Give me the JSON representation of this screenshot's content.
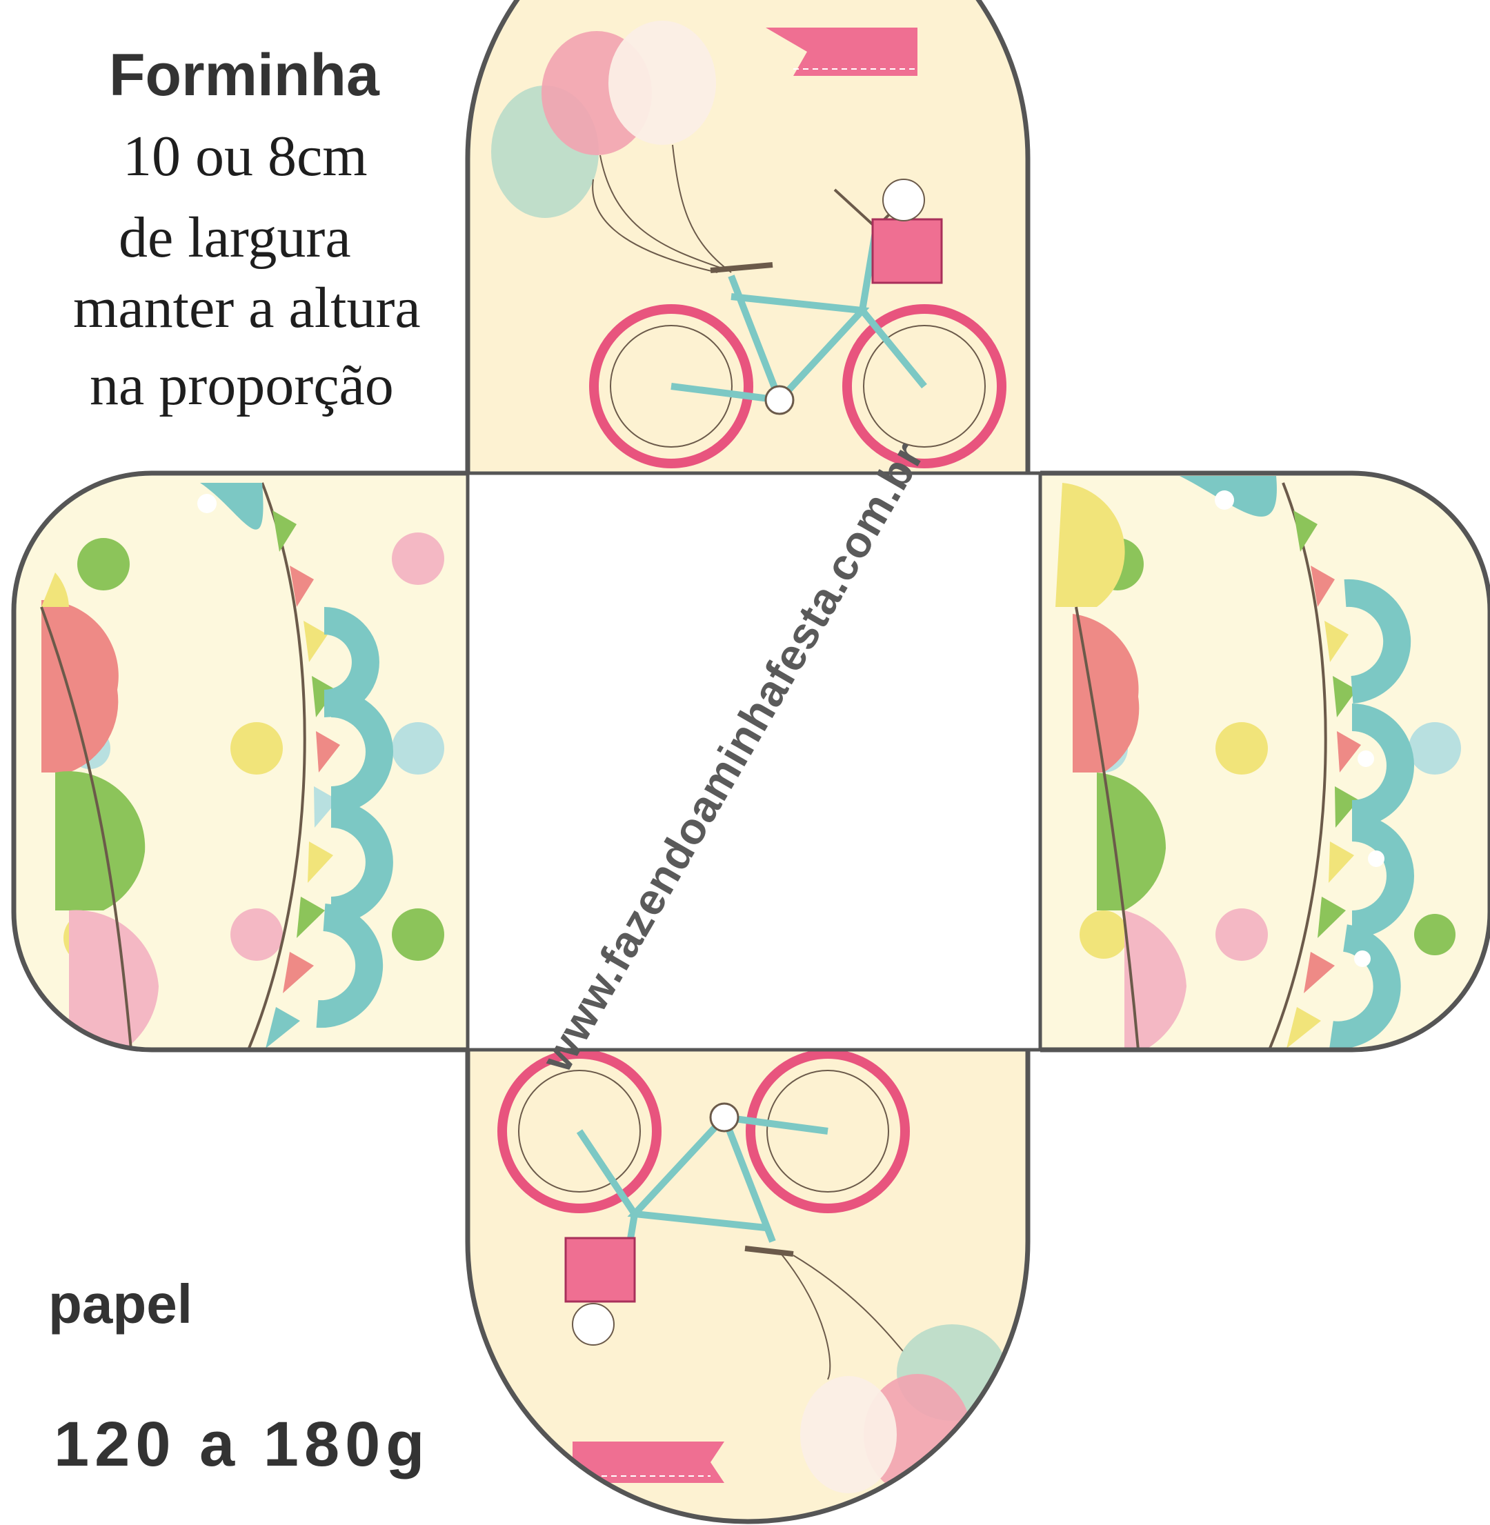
{
  "template": {
    "title": "Forminha",
    "lines": [
      "10 ou 8cm",
      "de largura",
      "manter a altura",
      "na proporção"
    ],
    "paper_label": "papel",
    "paper_weight": "120 a 180g"
  },
  "watermark": {
    "url": "www.fazendoaminhafesta.com.br"
  },
  "colors": {
    "background": "#fdf6d8",
    "outline": "#555555",
    "pink": "#e8547e",
    "teal": "#7cc8c4",
    "green": "#8cc45a",
    "yellow": "#f1e47a",
    "salmon": "#ee8a86",
    "light_pink": "#f4b8c4"
  }
}
